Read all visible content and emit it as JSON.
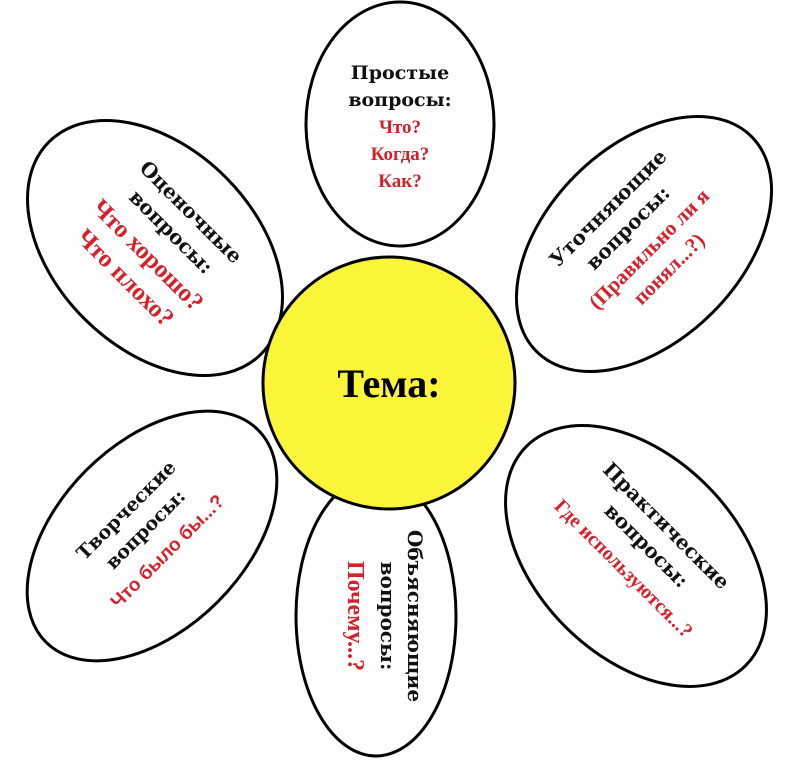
{
  "center": {
    "label": "Тема:",
    "fill": "#fbf53a"
  },
  "accent_color": "#d6202a",
  "petals": {
    "simple": {
      "title_1": "Простые",
      "title_2": "вопросы:",
      "q1": "Что?",
      "q2": "Когда?",
      "q3": "Как?"
    },
    "clarifying": {
      "title_1": "Уточняющие",
      "title_2": "вопросы:",
      "q1": "(Правильно ли я",
      "q2": "понял...?)"
    },
    "practical": {
      "title_1": "Практические",
      "title_2": "вопросы:",
      "q1": "Где используются...?"
    },
    "explanatory": {
      "title_1": "Объясняющие",
      "title_2": "вопросы:",
      "q1": "Почему...?"
    },
    "creative": {
      "title_1": "Творческие",
      "title_2": "вопросы:",
      "q1": "Что было бы...?"
    },
    "evaluative": {
      "title_1": "Оценочные",
      "title_2": "вопросы:",
      "q1": "Что хорошо?",
      "q2": "Что плохо?"
    }
  }
}
